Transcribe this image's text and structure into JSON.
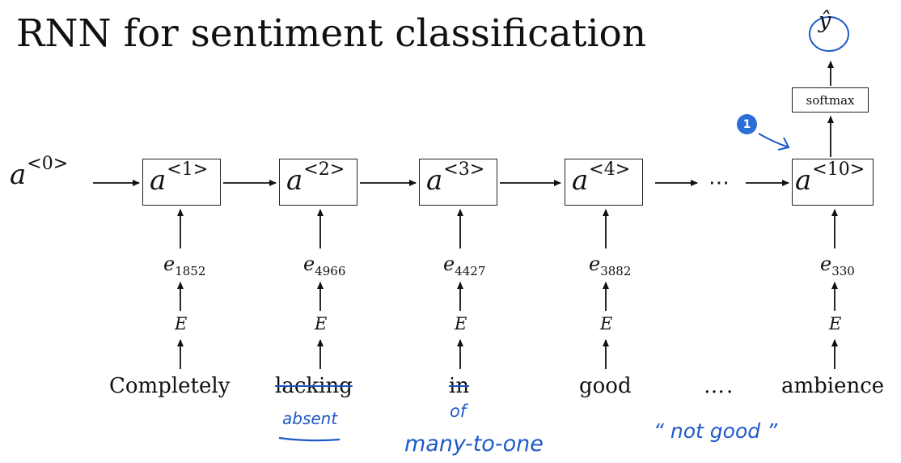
{
  "title": "RNN for sentiment classification",
  "initial_activation": {
    "base": "a",
    "sup": "<0>"
  },
  "activations": [
    {
      "base": "a",
      "sup": "<1>"
    },
    {
      "base": "a",
      "sup": "<2>"
    },
    {
      "base": "a",
      "sup": "<3>"
    },
    {
      "base": "a",
      "sup": "<4>"
    },
    {
      "base": "a",
      "sup": "<10>"
    }
  ],
  "ellipsis": "⋯",
  "softmax_label": "softmax",
  "output_label": "ŷ",
  "embeddings": [
    {
      "base": "e",
      "sub": "1852"
    },
    {
      "base": "e",
      "sub": "4966"
    },
    {
      "base": "e",
      "sub": "4427"
    },
    {
      "base": "e",
      "sub": "3882"
    },
    {
      "base": "e",
      "sub": "330"
    }
  ],
  "embedding_matrix_label": "E",
  "words": [
    "Completely",
    "lacking",
    "in",
    "good",
    "ambience"
  ],
  "word_ellipsis": "….",
  "annotations": {
    "badge": "1",
    "absent": "absent",
    "of": "of",
    "many_to_one": "many-to-one",
    "not_good": "“ not good ”"
  },
  "colors": {
    "ink": "#111111",
    "handwriting": "#1f5ac9",
    "badge": "#2a6fd6"
  }
}
